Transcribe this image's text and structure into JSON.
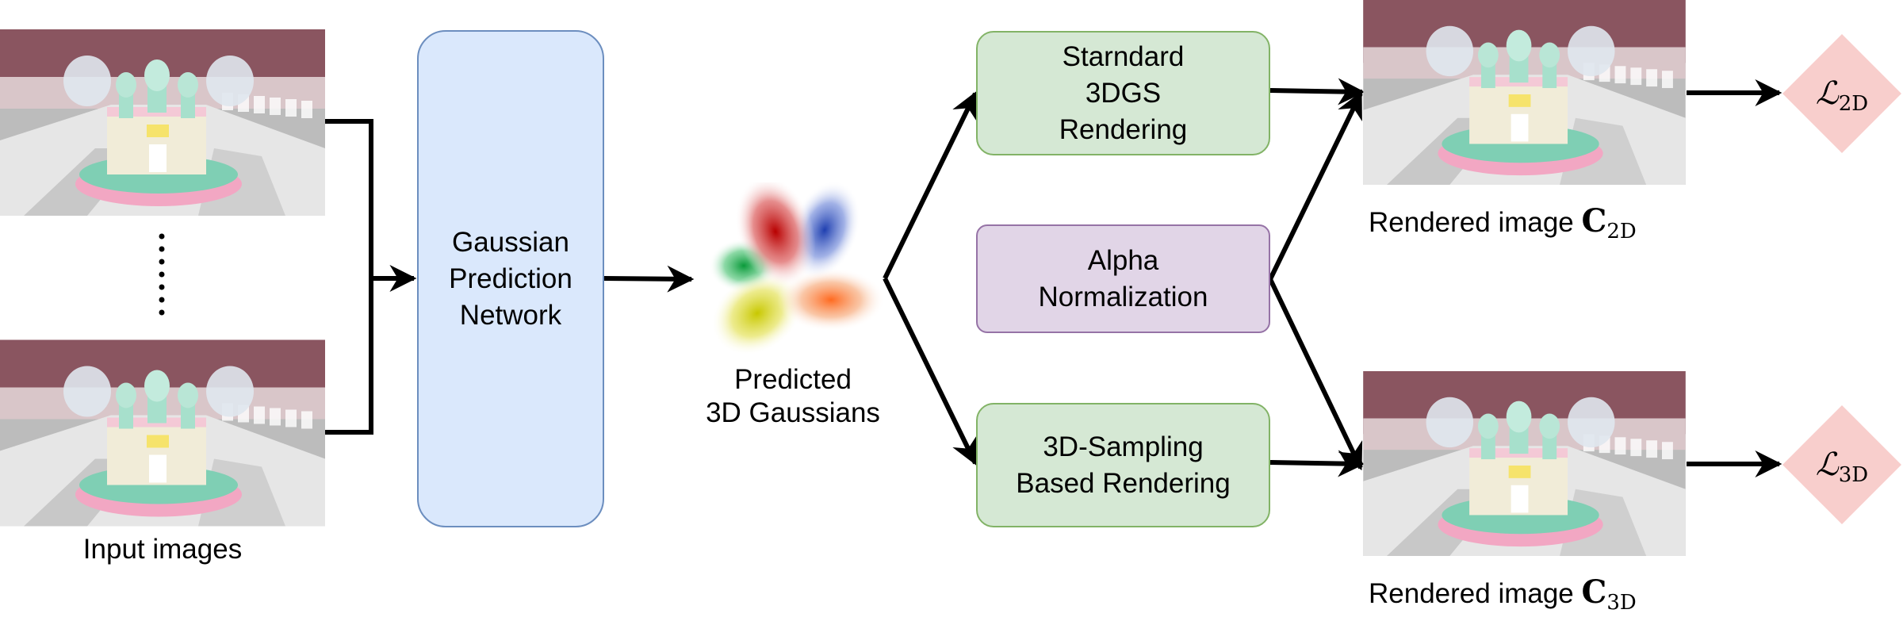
{
  "input_caption": "Input images",
  "network_label": "Gaussian\nPrediction\nNetwork",
  "gaussians_caption": "Predicted\n3D Gaussians",
  "standard_label": "Starndard\n3DGS\nRendering",
  "alpha_label": "Alpha\nNormalization",
  "sampling_label": "3D-Sampling\nBased Rendering",
  "render_top": {
    "prefix": "Rendered image ",
    "symbol": "C",
    "sub": "2D"
  },
  "render_bottom": {
    "prefix": "Rendered image ",
    "symbol": "C",
    "sub": "3D"
  },
  "loss_top": {
    "symbol": "ℒ",
    "sub": "2D"
  },
  "loss_bottom": {
    "symbol": "ℒ",
    "sub": "3D"
  },
  "colors": {
    "network_fill": "#dae8fc",
    "network_stroke": "#6c8ebf",
    "render_fill": "#d5e8d4",
    "render_stroke": "#82b366",
    "alpha_fill": "#e1d5e7",
    "alpha_stroke": "#9673a6",
    "loss_fill": "#f8cecc"
  }
}
